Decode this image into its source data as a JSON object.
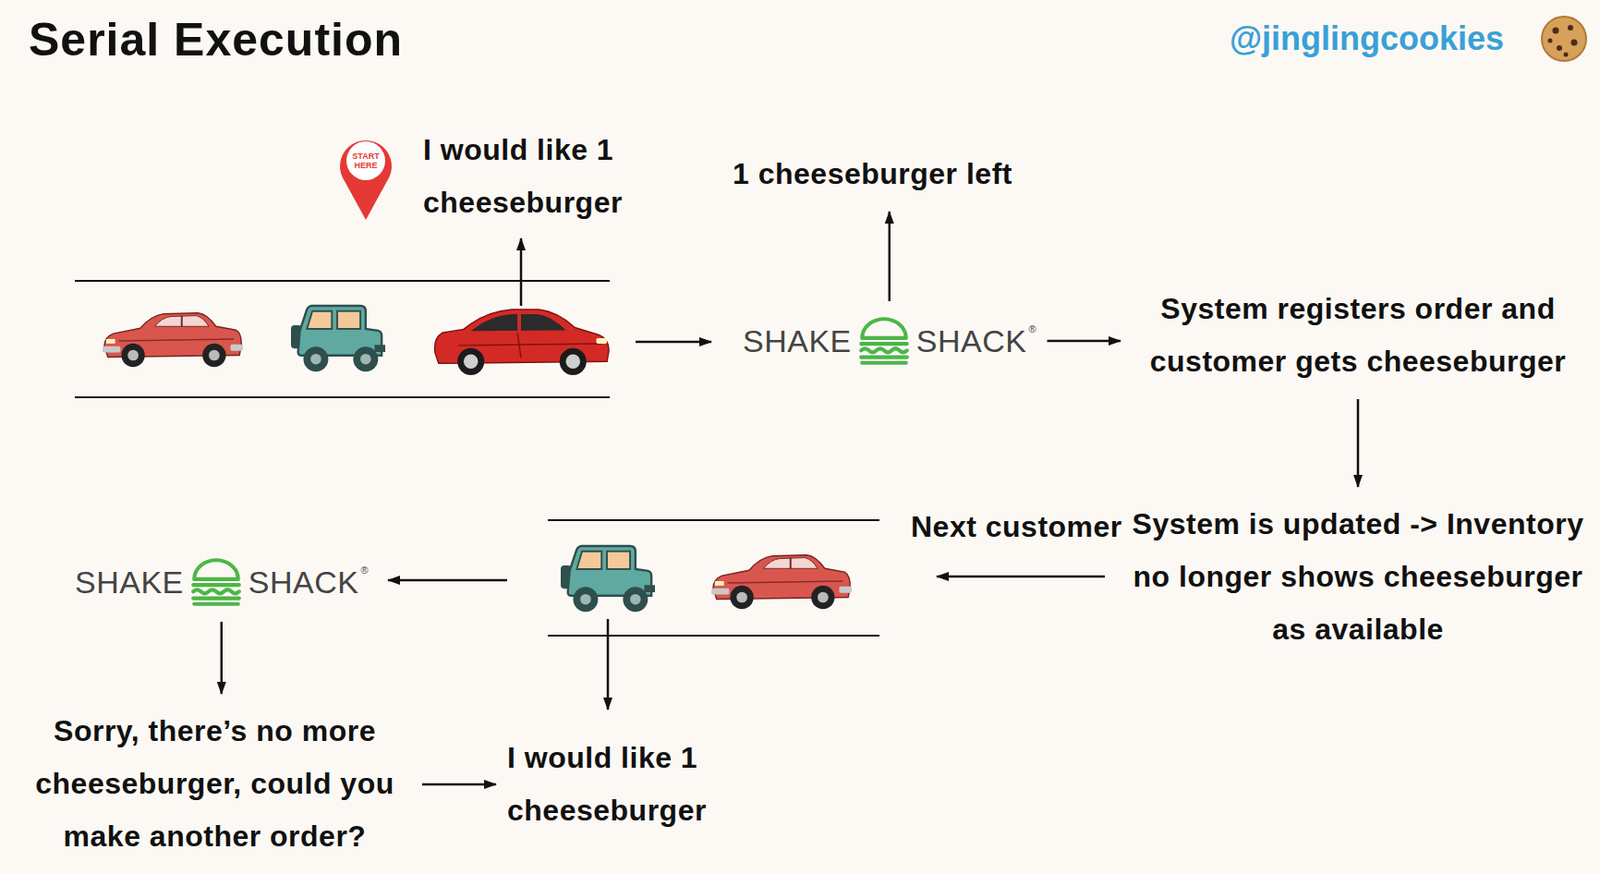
{
  "diagram": {
    "title": "Serial Execution",
    "nodes": [
      {
        "text": [
          "I would like 1 cheeseburger"
        ]
      },
      {
        "text": [
          "1 cheeseburger left"
        ]
      },
      {
        "text": [
          "SHAKE",
          "SHACK",
          "®"
        ]
      },
      {
        "text": [
          "System registers order and customer gets cheeseburger"
        ]
      },
      {
        "text": [
          "System is updated -> Inventory no longer shows cheeseburger as available"
        ]
      },
      {
        "text": [
          "SHAKE",
          "SHACK",
          "®"
        ]
      },
      {
        "text": [
          "Sorry, there’s no more cheeseburger, could you make another order?"
        ]
      },
      {
        "text": [
          "I would like 1 cheeseburger"
        ]
      }
    ],
    "edges": [
      {
        "from": 2,
        "to": 1,
        "arrow": "to"
      },
      {
        "from": 2,
        "to": 3,
        "arrow": "to"
      },
      {
        "from": 3,
        "to": 4,
        "arrow": "to"
      },
      {
        "from": 5,
        "to": 6,
        "arrow": "to"
      },
      {
        "from": 6,
        "to": 7,
        "arrow": "to"
      }
    ],
    "labels": [
      "@jinglingcookies",
      "START HERE",
      "Next customer"
    ]
  }
}
